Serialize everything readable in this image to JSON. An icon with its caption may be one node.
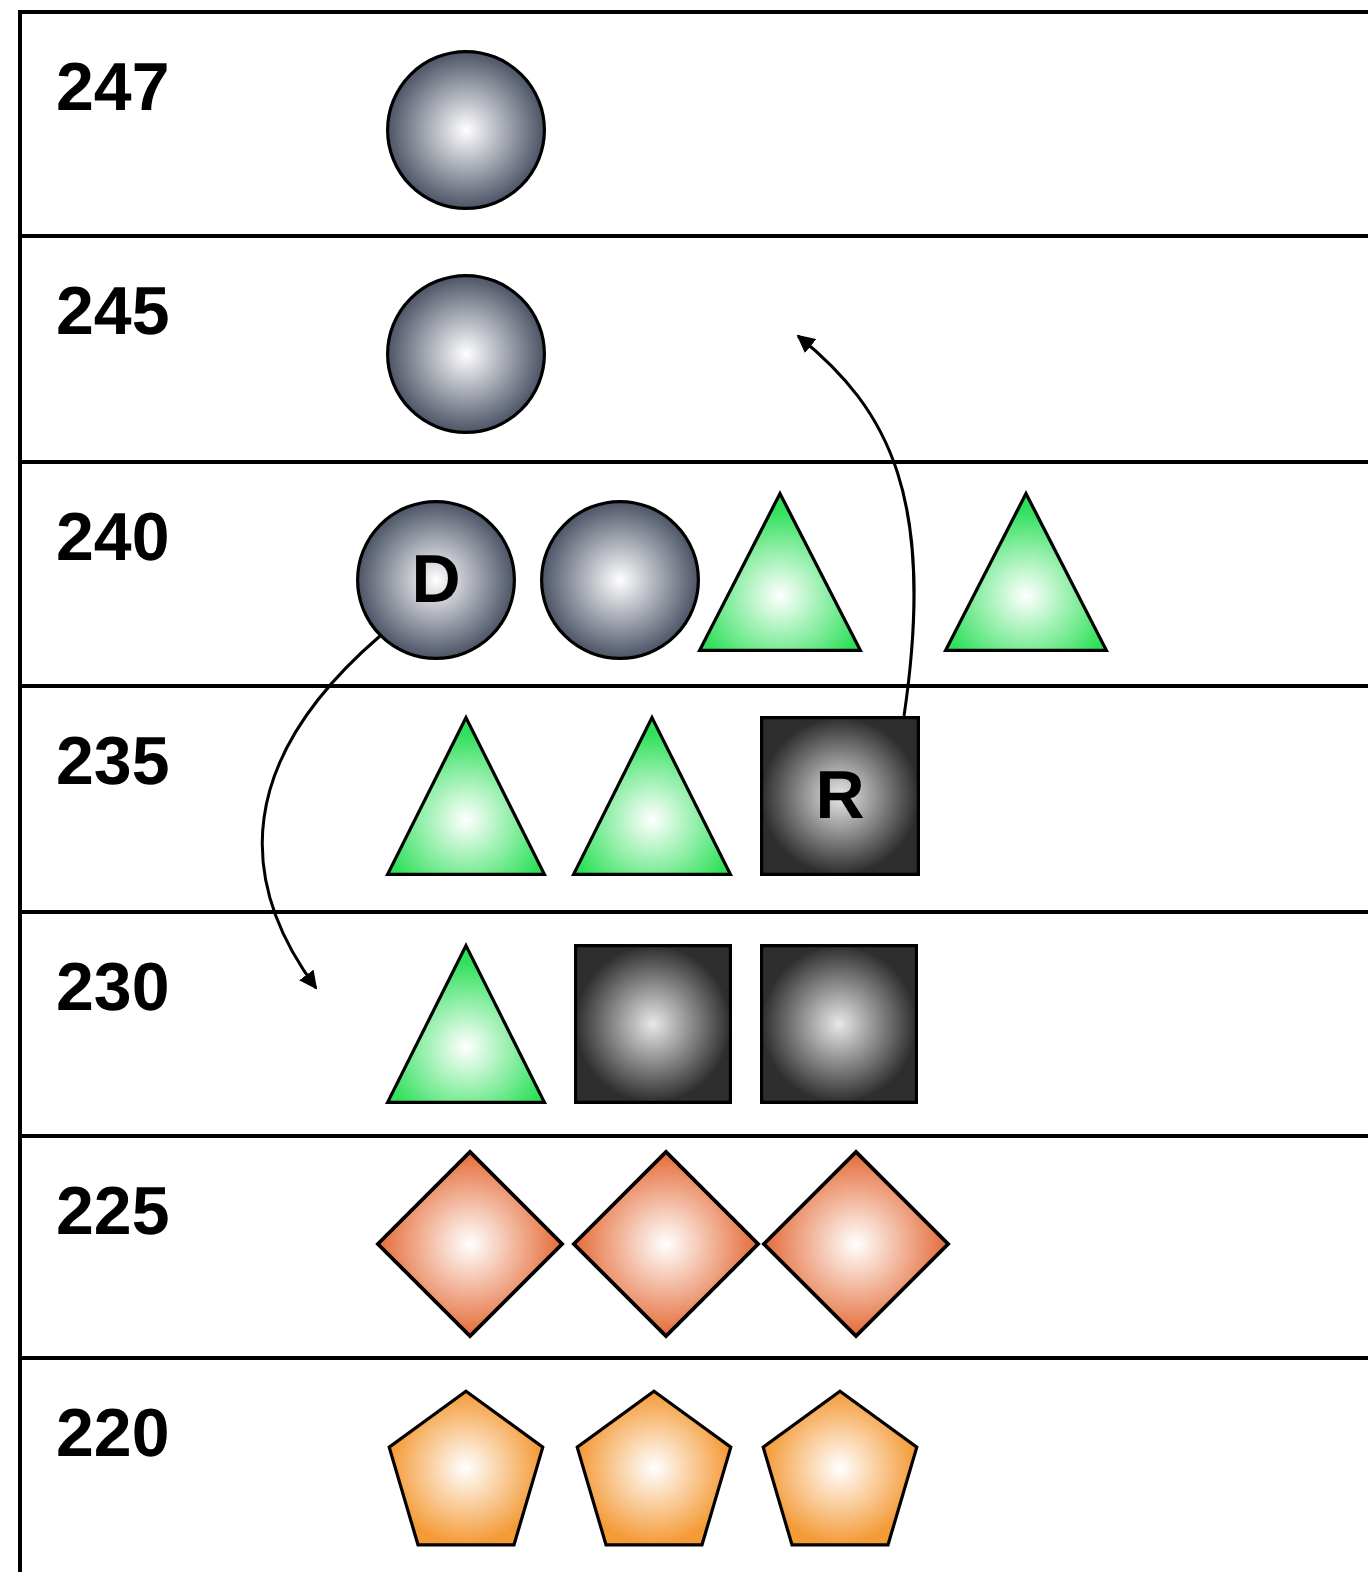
{
  "diagram": {
    "nodes": [
      {
        "text": [
          "247"
        ]
      },
      {
        "text": [],
        "shape": "circle",
        "in": 0
      },
      {
        "text": [
          "245"
        ]
      },
      {
        "text": [],
        "shape": "circle",
        "in": 2
      },
      {
        "text": [
          "240"
        ]
      },
      {
        "text": [
          "D"
        ],
        "in": 4
      },
      {
        "text": [],
        "shape": "circle",
        "in": 4
      },
      {
        "text": [],
        "shape": "triangle",
        "in": 4
      },
      {
        "text": [],
        "shape": "triangle",
        "in": 4
      },
      {
        "text": [
          "235"
        ]
      },
      {
        "text": [],
        "shape": "triangle",
        "in": 9
      },
      {
        "text": [],
        "shape": "triangle",
        "in": 9
      },
      {
        "text": [
          "R"
        ],
        "in": 9
      },
      {
        "text": [
          "230"
        ]
      },
      {
        "text": [],
        "shape": "triangle",
        "in": 13
      },
      {
        "text": [],
        "shape": "box",
        "in": 13
      },
      {
        "text": [],
        "shape": "box",
        "in": 13
      },
      {
        "text": [
          "225"
        ]
      },
      {
        "text": [],
        "shape": "diamond",
        "in": 17
      },
      {
        "text": [],
        "shape": "diamond",
        "in": 17
      },
      {
        "text": [],
        "shape": "diamond",
        "in": 17
      },
      {
        "text": [
          "220"
        ]
      },
      {
        "text": [],
        "shape": "pentagon",
        "in": 21
      },
      {
        "text": [],
        "shape": "pentagon",
        "in": 21
      },
      {
        "text": [],
        "shape": "pentagon",
        "in": 21
      }
    ],
    "edges": [
      {
        "from": 5,
        "to": null,
        "arrow": "to"
      },
      {
        "from": 12,
        "to": null,
        "arrow": "to"
      }
    ]
  }
}
